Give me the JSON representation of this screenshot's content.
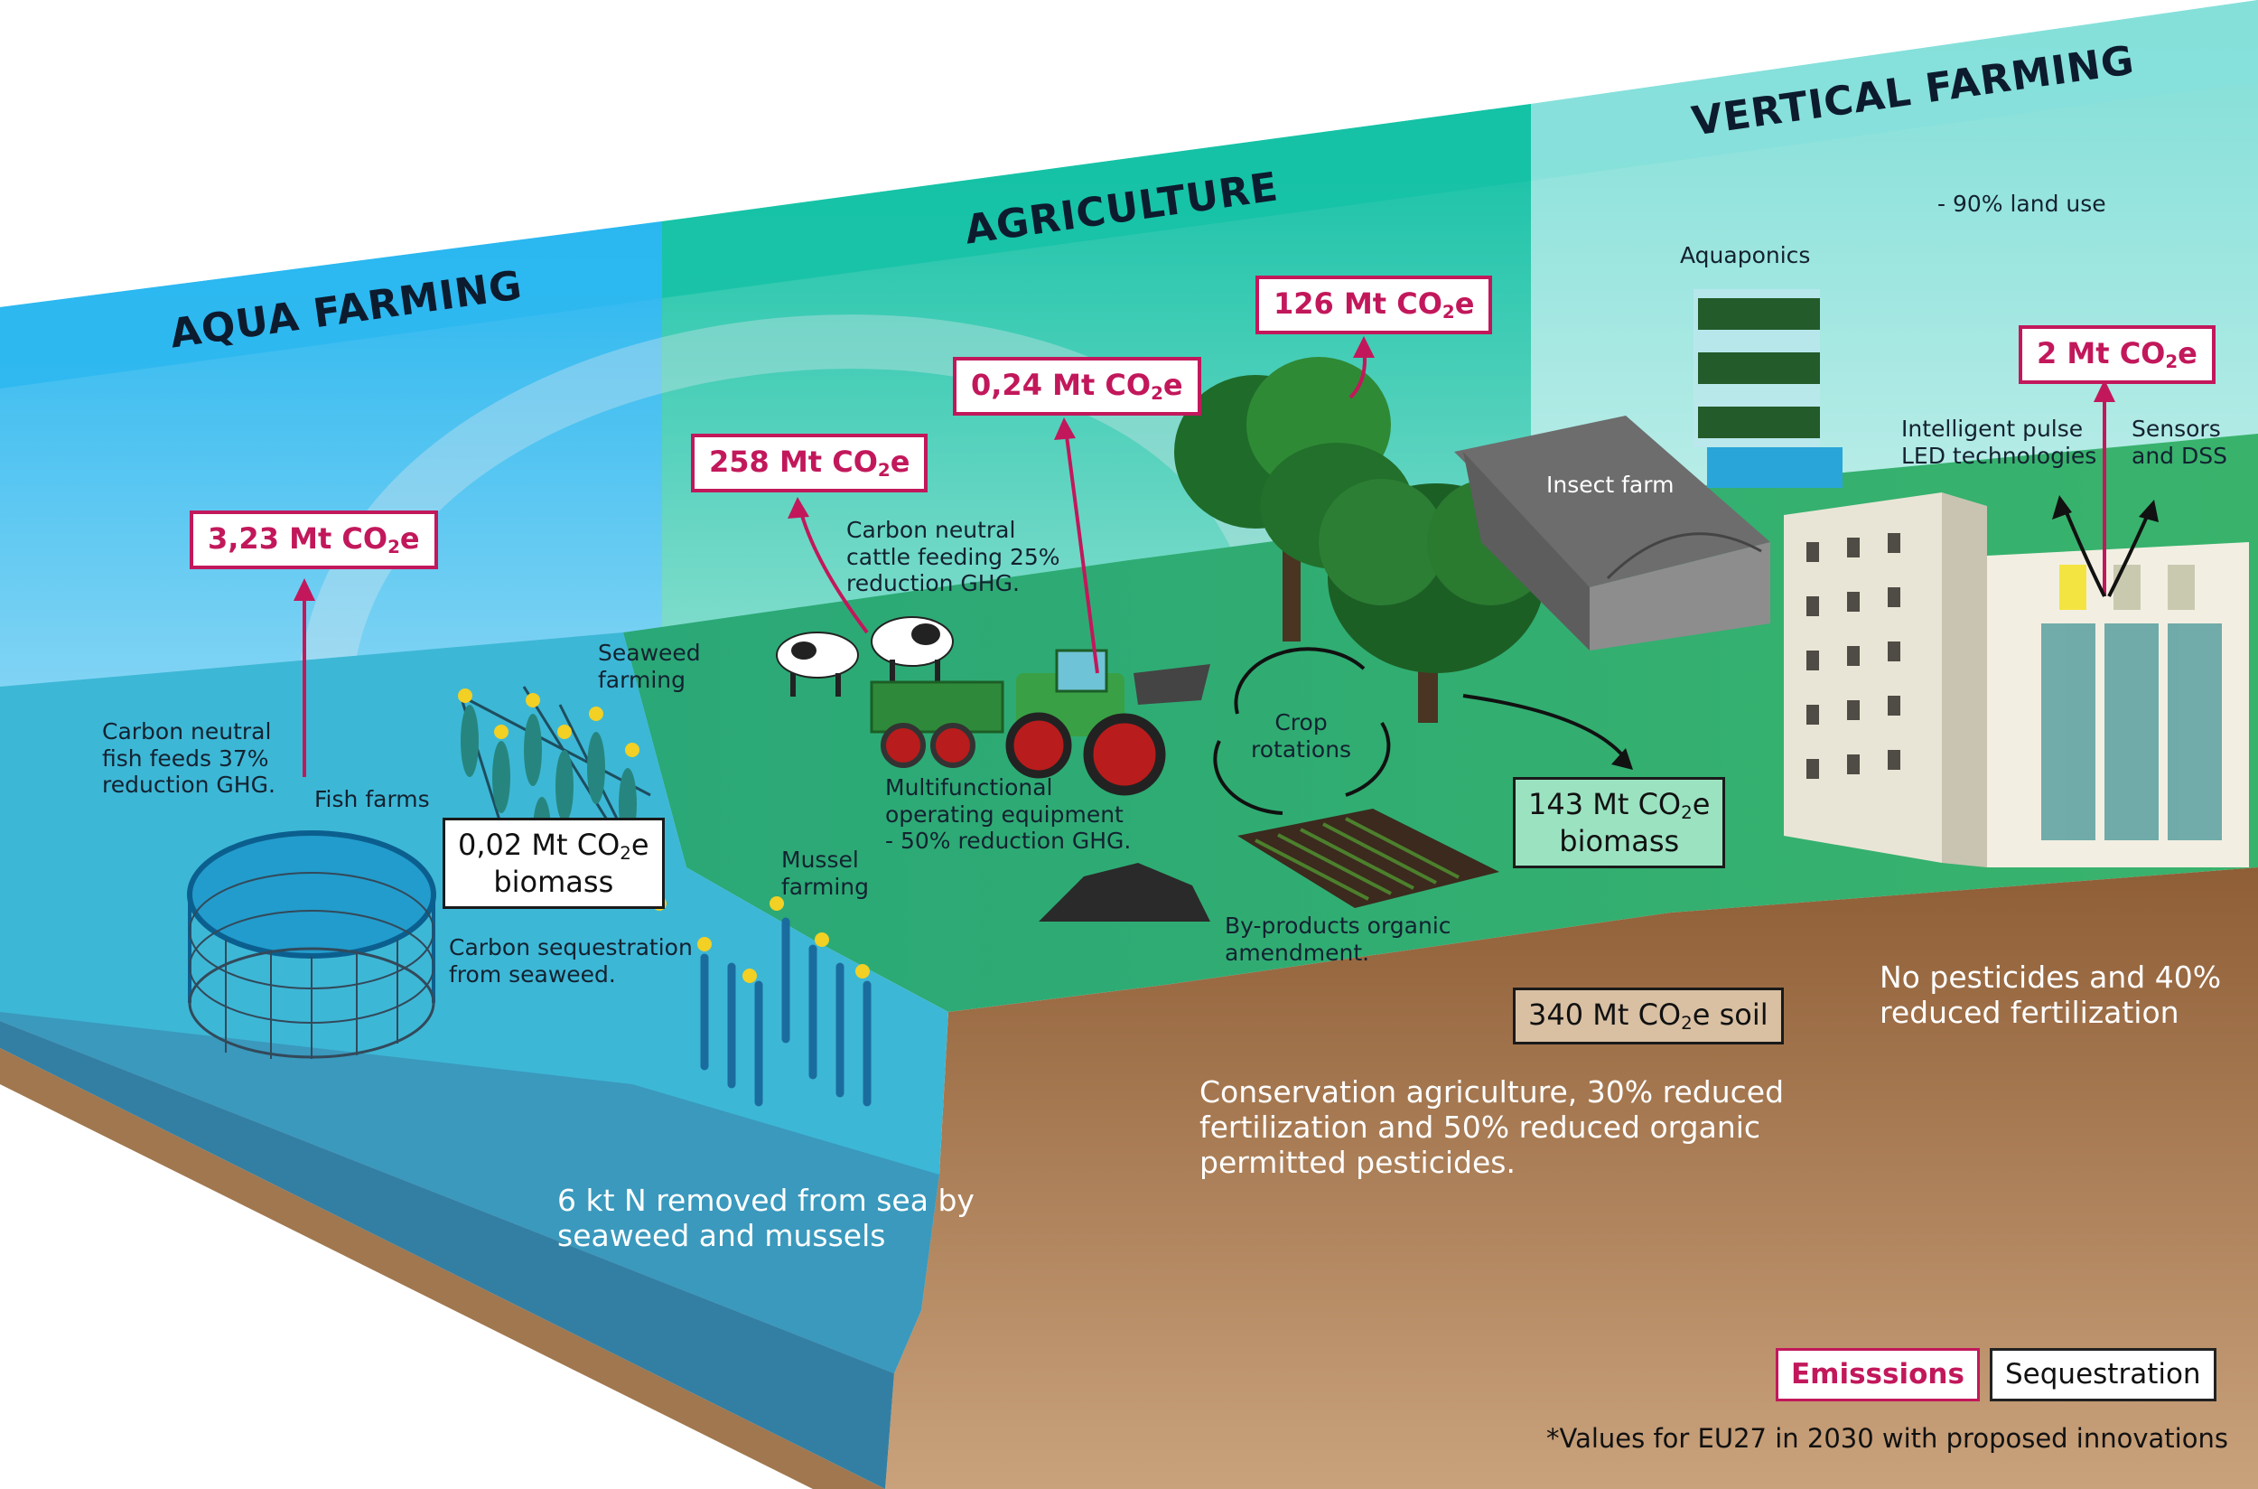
{
  "sections": {
    "aqua": "AQUA FARMING",
    "agri": "AGRICULTURE",
    "vertical": "VERTICAL FARMING"
  },
  "emissions": {
    "aqua": "3,23 Mt CO",
    "cattle": "258 Mt CO",
    "equipment": "0,24 Mt CO",
    "trees": "126 Mt CO",
    "vertical": "2 Mt CO",
    "sub": "2",
    "suffix": "e"
  },
  "sequestration": {
    "seaweed_value": "0,02 Mt CO",
    "seaweed_unit": "biomass",
    "agri_value": "143 Mt CO",
    "agri_unit": "biomass",
    "soil": "340 Mt CO",
    "soil_suffix": "e soil",
    "sub": "2",
    "suffix": "e"
  },
  "labels": {
    "fish_feed": [
      "Carbon neutral",
      "fish feeds 37%",
      "reduction GHG."
    ],
    "fish_farms": "Fish farms",
    "seaweed_farming": [
      "Seaweed",
      "farming"
    ],
    "mussel_farming": [
      "Mussel",
      "farming"
    ],
    "carbon_seq": [
      "Carbon sequestration",
      "from seaweed."
    ],
    "cattle_feed": [
      "Carbon neutral",
      "cattle feeding 25%",
      "reduction GHG."
    ],
    "equipment": [
      "Multifunctional",
      "operating equipment",
      "- 50% reduction GHG."
    ],
    "crop_rotations": [
      "Crop",
      "rotations"
    ],
    "byproducts": [
      "By-products organic",
      "amendment."
    ],
    "insect_farm": "Insect farm",
    "aquaponics": "Aquaponics",
    "land_use": "- 90% land use",
    "led": [
      "Intelligent pulse",
      "LED technologies"
    ],
    "sensors": [
      "Sensors",
      "and DSS"
    ]
  },
  "statements": {
    "nitrogen": [
      "6 kt N removed from sea by",
      "seaweed and mussels"
    ],
    "conservation": [
      "Conservation agriculture, 30% reduced",
      "fertilization and 50% reduced organic",
      "permitted pesticides."
    ],
    "pesticides": [
      "No pesticides and 40%",
      "reduced fertilization"
    ]
  },
  "legend": {
    "emissions": "Emisssions",
    "sequestration": "Sequestration",
    "footnote": "*Values for EU27 in 2030 with proposed innovations"
  },
  "colors": {
    "emission": "#c2185b",
    "aqua_band": "#29b6f6",
    "agri_band": "#1fc3a8",
    "vertical_band": "#8ee3dd",
    "water": "#3fa9c9",
    "grass": "#2fa86d",
    "soil": "#8a5a34"
  }
}
